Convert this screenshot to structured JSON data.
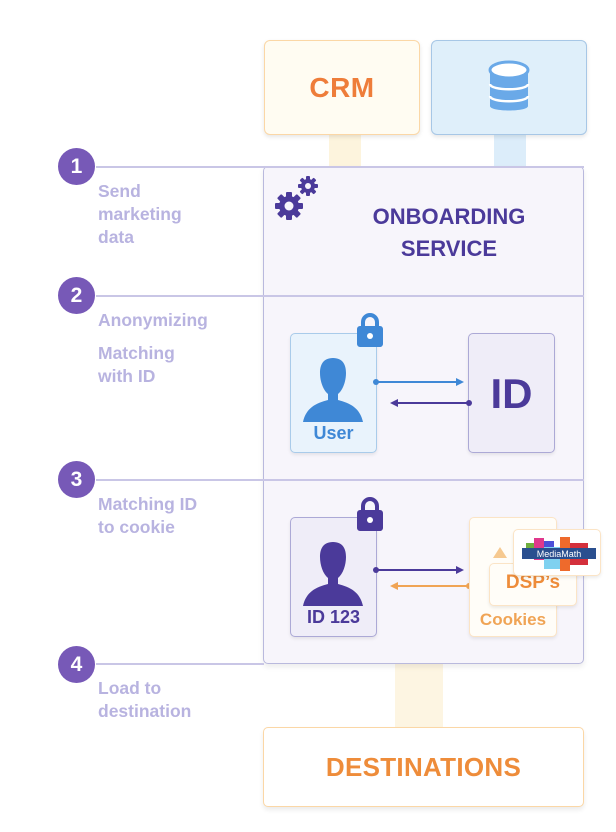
{
  "sources": {
    "crm_label": "CRM",
    "database_icon": "database-icon"
  },
  "onboarding": {
    "title_line1": "ONBOARDING",
    "title_line2": "SERVICE",
    "icon": "gears-icon"
  },
  "steps": [
    {
      "number": "1",
      "lines": [
        "Send",
        "marketing",
        "data"
      ]
    },
    {
      "number": "2",
      "lines": [
        "Anonymizing"
      ],
      "extra_lines": [
        "Matching",
        "with ID"
      ]
    },
    {
      "number": "3",
      "lines": [
        "Matching ID",
        "to cookie"
      ]
    },
    {
      "number": "4",
      "lines": [
        "Load to",
        "destination"
      ]
    }
  ],
  "anonymize": {
    "user_label": "User",
    "id_label": "ID"
  },
  "cookie_match": {
    "id_label": "ID 123",
    "dsp_label": "DSP’s",
    "cookies_label": "Cookies",
    "logo_text": "MediaMath"
  },
  "destination": {
    "label": "DESTINATIONS"
  },
  "colors": {
    "purple": "#4b3a9a",
    "badge": "#7759b7",
    "orange": "#ee8c3a",
    "blue": "#3f88d6",
    "step_text": "#b8b3e0"
  }
}
